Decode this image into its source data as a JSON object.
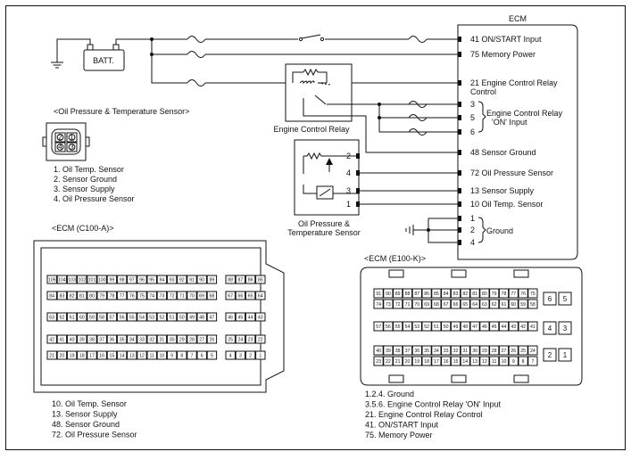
{
  "ecm": {
    "title": "ECM",
    "pins": [
      {
        "no": "41",
        "label": "ON/START Input"
      },
      {
        "no": "75",
        "label": "Memory Power"
      },
      {
        "no": "21",
        "label": "Engine Control Relay",
        "label2": "Control"
      },
      {
        "no": "3",
        "label": ""
      },
      {
        "no": "5",
        "label": ""
      },
      {
        "no": "6",
        "label": ""
      },
      {
        "no": "48",
        "label": "Sensor Ground"
      },
      {
        "no": "72",
        "label": "Oil Pressure Sensor"
      },
      {
        "no": "13",
        "label": "Sensor Supply"
      },
      {
        "no": "10",
        "label": "Oil Temp. Sensor"
      },
      {
        "no": "1",
        "label": ""
      },
      {
        "no": "2",
        "label": ""
      },
      {
        "no": "4",
        "label": ""
      }
    ],
    "relay_input_label": "Engine Control Relay",
    "relay_input_label2": "'ON' Input",
    "ground_label": "Ground"
  },
  "battery": {
    "label": "BATT."
  },
  "relay": {
    "label": "Engine Control Relay"
  },
  "sensor": {
    "label1": "Oil Pressure &",
    "label2": "Temperature Sensor",
    "pins": [
      "2",
      "4",
      "3",
      "1"
    ]
  },
  "connector_sensor": {
    "title": "<Oil Pressure & Temperature Sensor>",
    "pins": [
      "1",
      "2",
      "3",
      "4"
    ],
    "legend": [
      "1. Oil Temp. Sensor",
      "2. Sensor Ground",
      "3. Sensor Supply",
      "4. Oil Pressure Sensor"
    ]
  },
  "connector_c100": {
    "title": "<ECM (C100-A)>",
    "rows": [
      {
        "main": [
          "105",
          "104",
          "103",
          "102",
          "101",
          "100",
          "99",
          "98",
          "97",
          "96",
          "95",
          "94",
          "93",
          "92",
          "91",
          "90",
          "89"
        ],
        "side": [
          "88",
          "87",
          "86",
          "85"
        ]
      },
      {
        "main": [
          "84",
          "83",
          "82",
          "81",
          "80",
          "79",
          "78",
          "77",
          "76",
          "75",
          "74",
          "73",
          "72",
          "71",
          "70",
          "69",
          "68"
        ],
        "side": [
          "67",
          "66",
          "65",
          "64"
        ]
      },
      {
        "main": [
          "63",
          "62",
          "61",
          "60",
          "59",
          "58",
          "57",
          "56",
          "55",
          "54",
          "53",
          "52",
          "51",
          "50",
          "49",
          "48",
          "47"
        ],
        "side": [
          "46",
          "45",
          "44",
          "43"
        ]
      },
      {
        "main": [
          "42",
          "41",
          "40",
          "39",
          "38",
          "37",
          "36",
          "35",
          "34",
          "33",
          "32",
          "31",
          "30",
          "29",
          "28",
          "27",
          "26"
        ],
        "side": [
          "25",
          "24",
          "23",
          "22"
        ]
      },
      {
        "main": [
          "21",
          "20",
          "19",
          "18",
          "17",
          "16",
          "15",
          "14",
          "13",
          "12",
          "11",
          "10",
          "9",
          "8",
          "7",
          "6",
          "5"
        ],
        "side": [
          "4",
          "3",
          "2",
          "1"
        ]
      }
    ],
    "legend": [
      "10. Oil Temp. Sensor",
      "13. Sensor Supply",
      "48. Sensor Ground",
      "72. Oil Pressure Sensor"
    ]
  },
  "connector_e100": {
    "title": "<ECM (E100-K)>",
    "rows": [
      [
        "91",
        "90",
        "89",
        "88",
        "87",
        "86",
        "85",
        "84",
        "83",
        "82",
        "81",
        "80",
        "79",
        "78",
        "77",
        "76",
        "75"
      ],
      [
        "74",
        "73",
        "72",
        "71",
        "70",
        "69",
        "68",
        "67",
        "66",
        "65",
        "64",
        "63",
        "62",
        "61",
        "60",
        "59",
        "58"
      ],
      [
        "57",
        "56",
        "55",
        "54",
        "53",
        "52",
        "51",
        "50",
        "49",
        "48",
        "47",
        "46",
        "45",
        "44",
        "43",
        "42",
        "41"
      ],
      [
        "40",
        "39",
        "38",
        "37",
        "36",
        "35",
        "34",
        "33",
        "32",
        "31",
        "30",
        "29",
        "28",
        "27",
        "26",
        "25",
        "24"
      ],
      [
        "23",
        "22",
        "21",
        "20",
        "19",
        "18",
        "17",
        "16",
        "15",
        "14",
        "13",
        "12",
        "11",
        "10",
        "9",
        "8",
        "7"
      ]
    ],
    "side": [
      [
        "6",
        "5"
      ],
      [
        "4",
        "3"
      ],
      [
        "2",
        "1"
      ]
    ],
    "legend": [
      "1.2.4. Ground",
      "3.5.6. Engine Control Relay 'ON' Input",
      "21. Engine Control Relay Control",
      "41. ON/START Input",
      "75. Memory Power"
    ]
  }
}
